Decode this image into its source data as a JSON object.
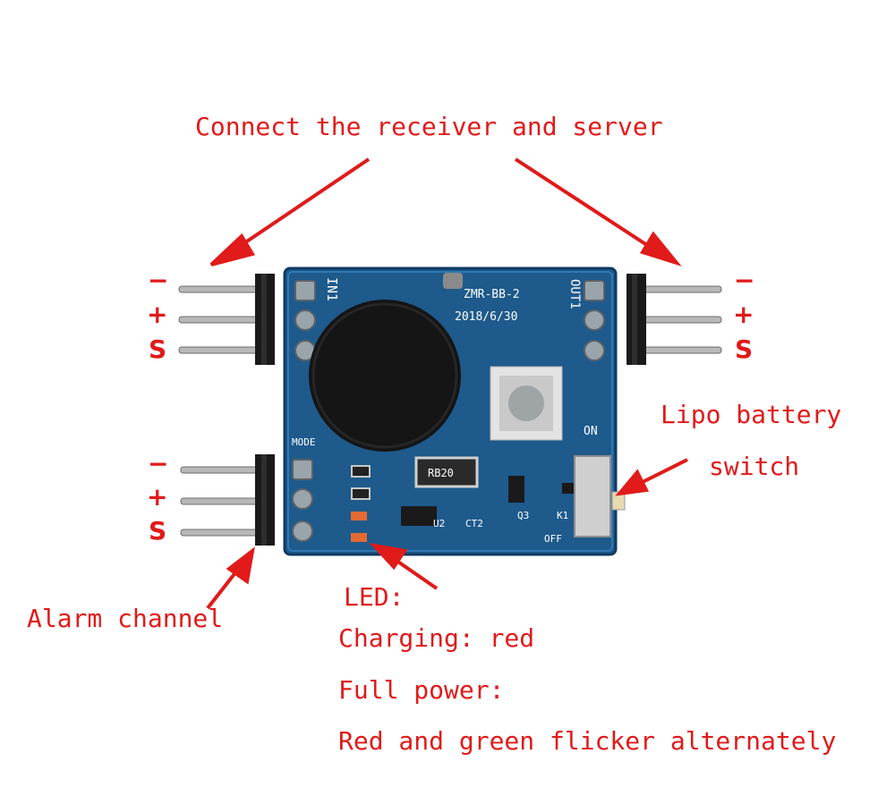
{
  "title": "Connect the receiver and server",
  "pins_left_top": [
    "−",
    "+",
    "S"
  ],
  "pins_right_top": [
    "−",
    "+",
    "S"
  ],
  "pins_left_bottom": [
    "−",
    "+",
    "S"
  ],
  "lipo_label": [
    "Lipo battery",
    "switch"
  ],
  "alarm_label": "Alarm channel",
  "led_label": [
    "LED:",
    "Charging: red",
    "Full power:",
    "Red and green flicker alternately"
  ],
  "board_text": {
    "in1": "IN1",
    "out1": "OUT1",
    "model": "ZMR-BB-2",
    "date": "2018/6/30",
    "mode": "MODE",
    "rb20": "RB20",
    "on": "ON",
    "off": "OFF",
    "q3": "Q3",
    "k1": "K1",
    "u2": "U2",
    "ct2": "CT2"
  },
  "colors": {
    "annotation": "#e11a1a",
    "pcb": "#1e5a8c",
    "buzzer": "#151515",
    "header": "#1a1a1a"
  }
}
